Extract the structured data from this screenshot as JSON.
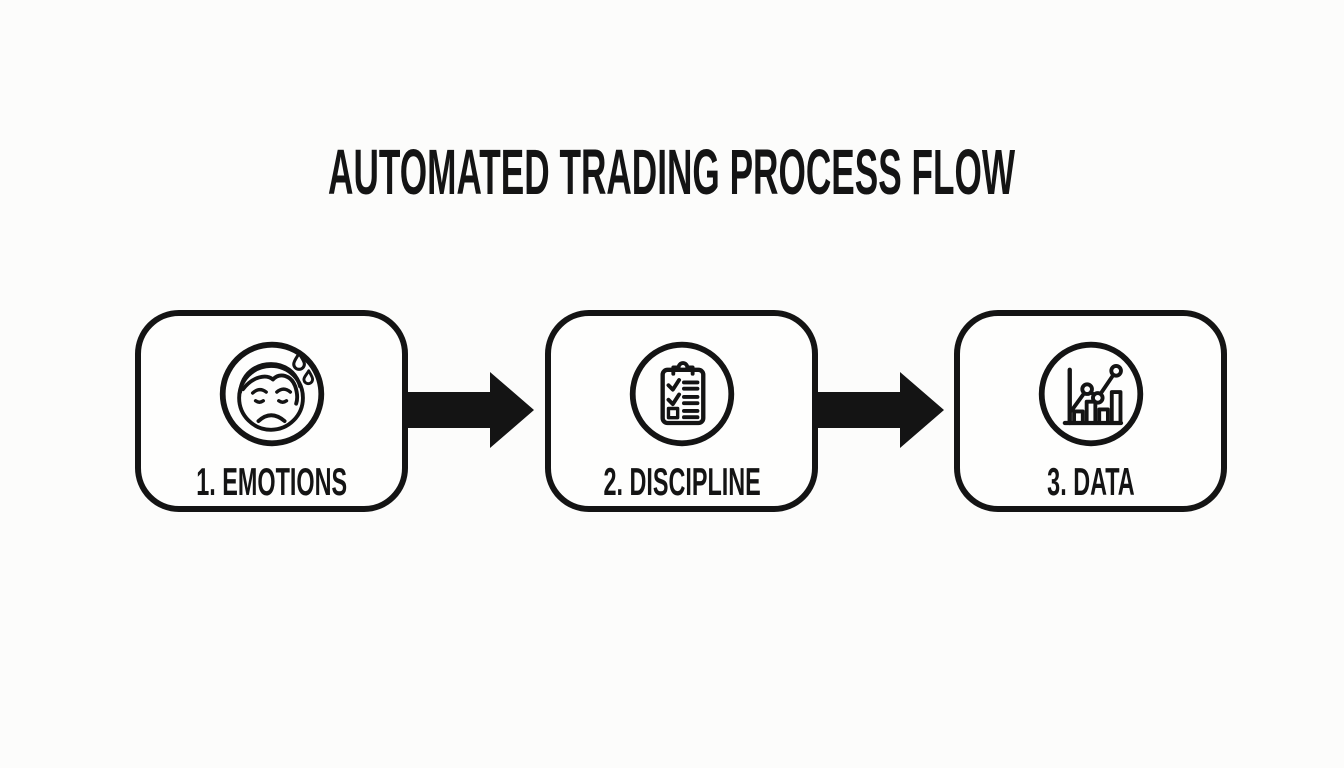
{
  "page": {
    "title": "AUTOMATED TRADING PROCESS FLOW"
  },
  "colors": {
    "ink": "#141414",
    "bg": "#fcfcfb",
    "box-bg": "#fefefd"
  },
  "flow": {
    "steps": [
      {
        "label": "1. EMOTIONS",
        "icon": "worried-face-icon"
      },
      {
        "label": "2. DISCIPLINE",
        "icon": "checklist-clipboard-icon"
      },
      {
        "label": "3. DATA",
        "icon": "bar-chart-icon"
      }
    ],
    "connector": "right-arrow"
  }
}
